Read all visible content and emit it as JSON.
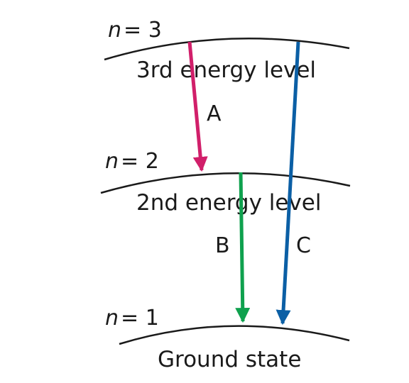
{
  "levels": [
    {
      "n_var": "n",
      "n_eq": "= 3",
      "name": "3rd energy level"
    },
    {
      "n_var": "n",
      "n_eq": "= 2",
      "name": "2nd energy level"
    },
    {
      "n_var": "n",
      "n_eq": "= 1",
      "name": "Ground state"
    }
  ],
  "transitions": [
    {
      "label": "A",
      "from_level": 3,
      "to_level": 2,
      "color": "#d11f6a"
    },
    {
      "label": "B",
      "from_level": 2,
      "to_level": 1,
      "color": "#0fa14e"
    },
    {
      "label": "C",
      "from_level": 3,
      "to_level": 1,
      "color": "#0b5fa5"
    }
  ]
}
